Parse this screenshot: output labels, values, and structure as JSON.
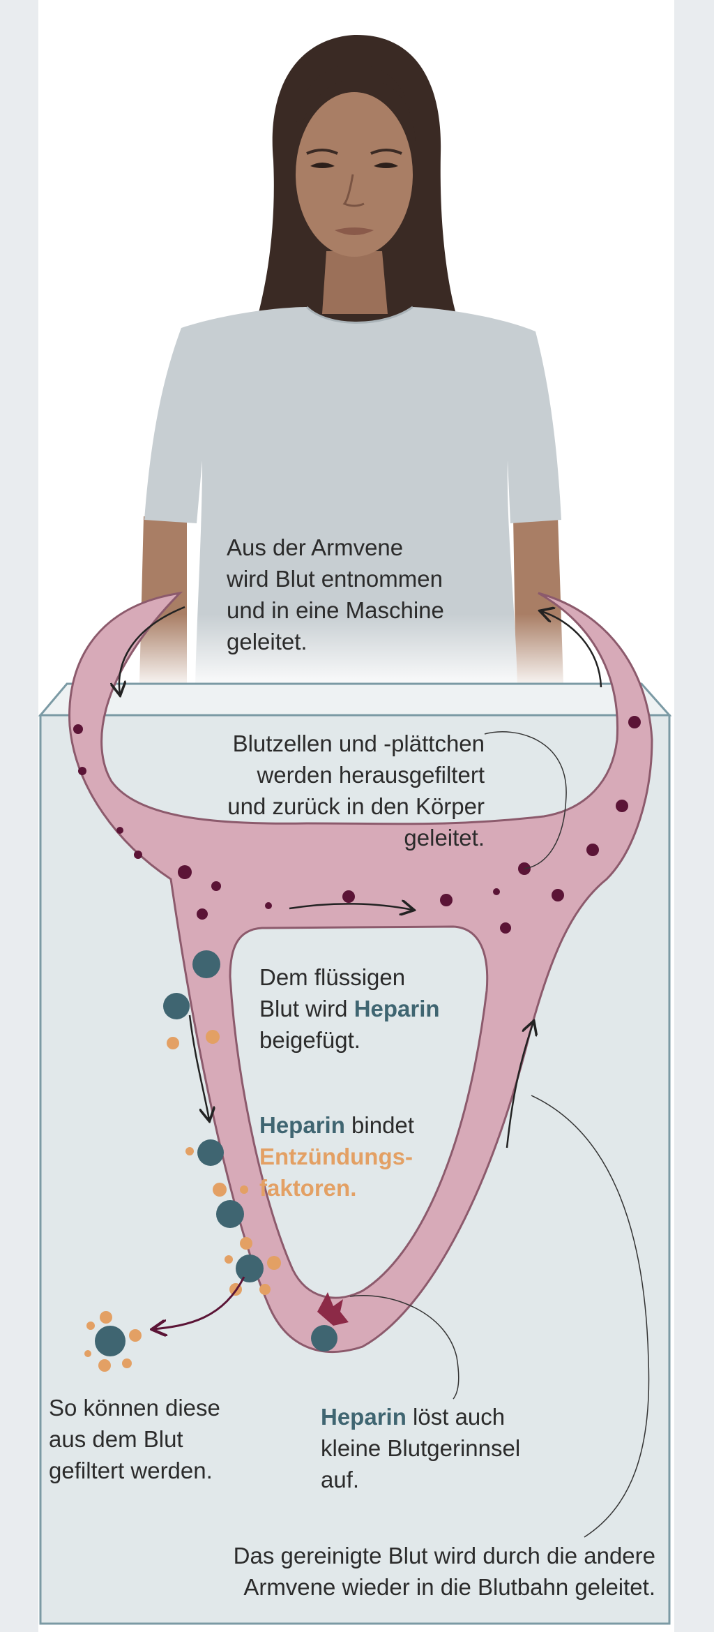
{
  "labels": {
    "withdraw": [
      "Aus der Armvene",
      "wird Blut entnommen",
      "und in eine Maschine",
      "geleitet."
    ],
    "filtered": [
      "Blutzellen und -plättchen",
      "werden herausgefiltert",
      "und zurück in den Körper",
      "geleitet."
    ],
    "heparin_added": {
      "l1": "Dem flüssigen",
      "l2a": "Blut wird ",
      "l2b": "Heparin",
      "l3": "beigefügt."
    },
    "heparin_binds": {
      "l1a": "Heparin",
      "l1b": " bindet",
      "l2": "Entzündungs-",
      "l3": "faktoren."
    },
    "can_filter": [
      "So können diese",
      "aus dem Blut",
      "gefiltert werden."
    ],
    "dissolves": {
      "l1a": "Heparin",
      "l1b": " löst auch",
      "l2": "kleine Blutgerinnsel",
      "l3": "auf."
    },
    "return": [
      "Das gereinigte Blut wird durch die andere",
      "Armvene wieder in die Blutbahn geleitet."
    ]
  },
  "colors": {
    "skin": "#a97e65",
    "hair": "#3a2a24",
    "shirt": "#c7ced2",
    "machine": "#e1e8ea",
    "machine_border": "#7b9aa4",
    "tube": "#d7aab8",
    "tube_border": "#8c5a6c",
    "blood_cell": "#5b1436",
    "heparin": "#3f6571",
    "inflammation": "#e3a064"
  }
}
